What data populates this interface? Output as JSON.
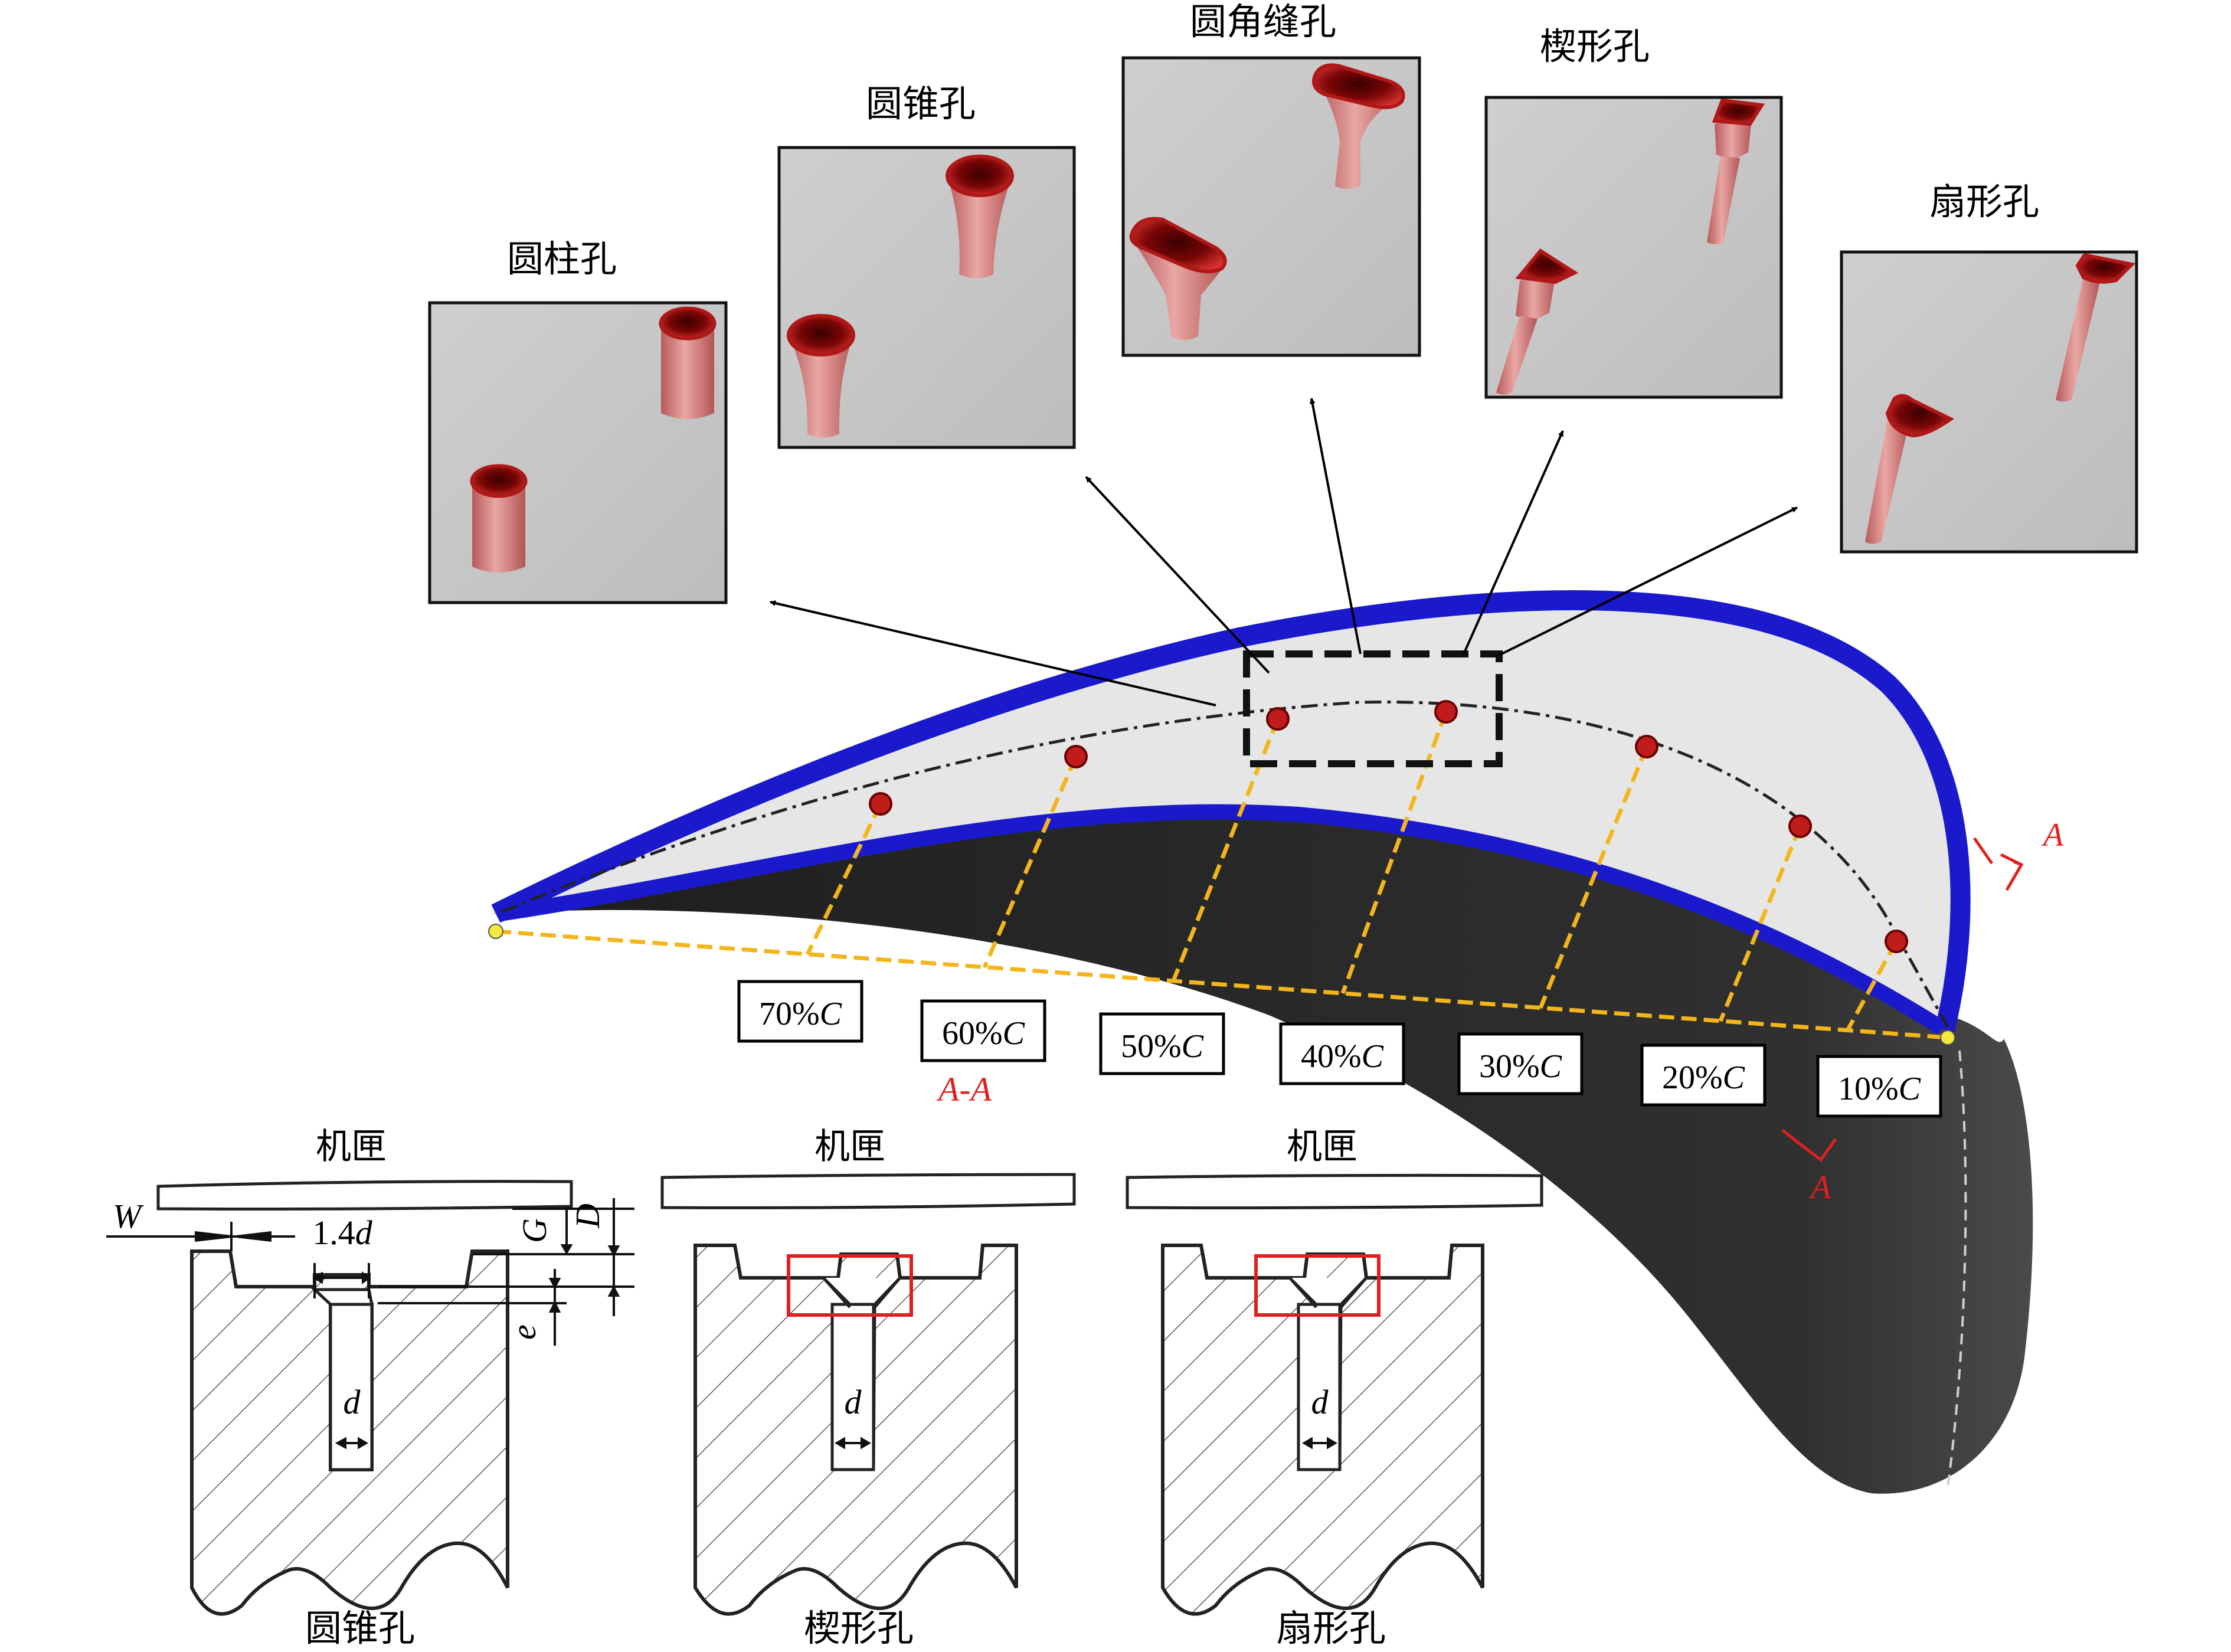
{
  "hole_panels": [
    {
      "title": "圆柱孔",
      "shape": "cylindrical"
    },
    {
      "title": "圆锥孔",
      "shape": "conical"
    },
    {
      "title": "圆角缝孔",
      "shape": "fillet-slot"
    },
    {
      "title": "楔形孔",
      "shape": "wedge"
    },
    {
      "title": "扇形孔",
      "shape": "fan"
    }
  ],
  "chord_labels": [
    {
      "text": "70%",
      "unit": "C"
    },
    {
      "text": "60%",
      "unit": "C"
    },
    {
      "text": "50%",
      "unit": "C"
    },
    {
      "text": "40%",
      "unit": "C"
    },
    {
      "text": "30%",
      "unit": "C"
    },
    {
      "text": "20%",
      "unit": "C"
    },
    {
      "text": "10%",
      "unit": "C"
    }
  ],
  "section": {
    "label": "A-A",
    "marker": "A"
  },
  "cross_sections": [
    {
      "casing": "机匣",
      "title": "圆锥孔"
    },
    {
      "casing": "机匣",
      "title": "楔形孔"
    },
    {
      "casing": "机匣",
      "title": "扇形孔"
    }
  ],
  "dimensions": {
    "W": "W",
    "pitch": "1.4",
    "pitch_var": "d",
    "G": "G",
    "D": "D",
    "e": "e",
    "d": "d"
  },
  "colors": {
    "wall": "#1a1acc",
    "tip_surface": "#e6e6e6",
    "pressure_side": "#262626",
    "guide": "#f2b61c",
    "hole": "#c01c1c",
    "annotation": "#e02020",
    "panel_bg": "#c9c9c9"
  }
}
